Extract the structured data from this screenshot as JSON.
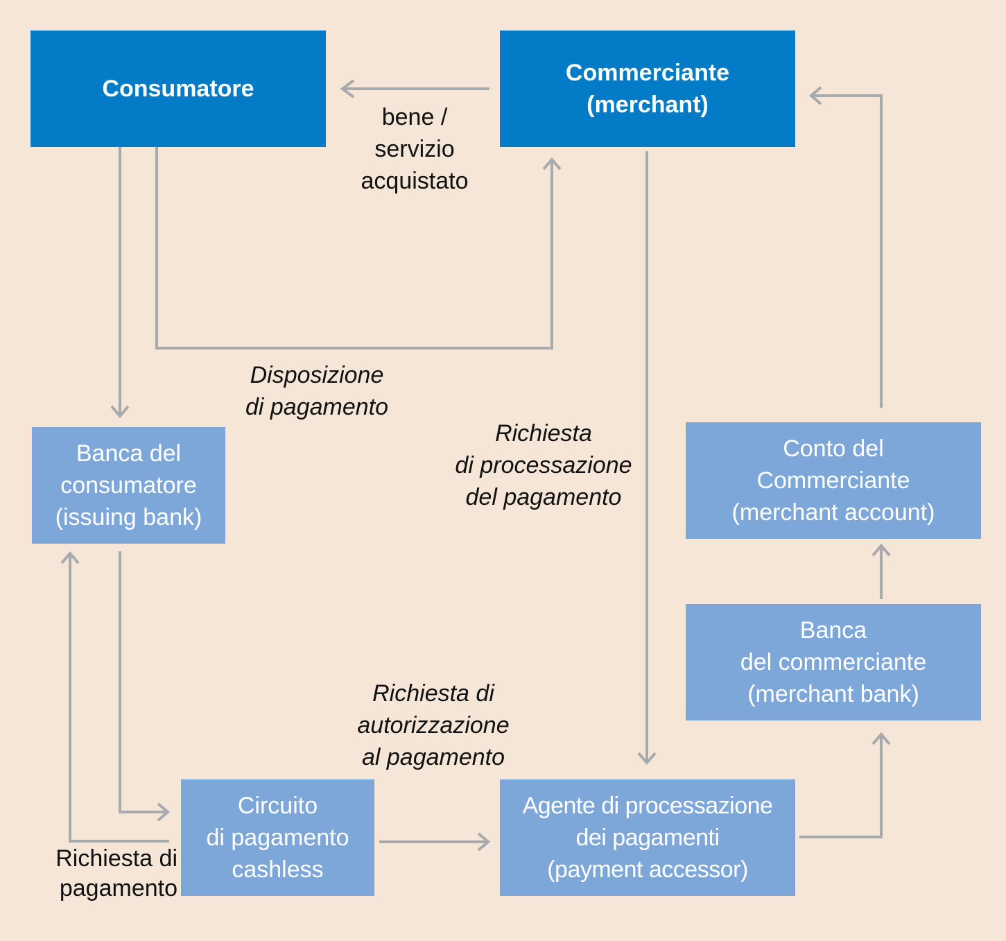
{
  "diagram": {
    "colors": {
      "background": "#f5e6d7",
      "primary_box": "#037bc7",
      "secondary_box": "#7da7d9",
      "arrow": "#a8a9ad",
      "text_dark": "#111111",
      "text_light": "#ffffff"
    },
    "nodes": {
      "consumatore": "Consumatore",
      "commerciante": "Commerciante\n(merchant)",
      "banca_consumatore": "Banca del\nconsumatore\n(issuing bank)",
      "conto_commerciante": "Conto del\nCommerciante\n(merchant account)",
      "banca_commerciante": "Banca\ndel commerciante\n(merchant bank)",
      "circuito": "Circuito\ndi pagamento\ncashless",
      "agente": "Agente di processazione\ndei pagamenti\n(payment accessor)"
    },
    "edge_labels": {
      "bene_servizio": "bene /\nservizio\nacquistato",
      "disposizione": "Disposizione\ndi pagamento",
      "richiesta_processazione": "Richiesta\ndi processazione\ndel pagamento",
      "richiesta_autorizzazione": "Richiesta di\nautorizzazione\nal pagamento",
      "richiesta_pagamento": "Richiesta di\npagamento"
    },
    "edges": [
      {
        "from": "Commerciante (merchant)",
        "to": "Consumatore",
        "label": "bene / servizio acquistato"
      },
      {
        "from": "Consumatore",
        "to": "Commerciante (merchant)",
        "label": "Disposizione di pagamento"
      },
      {
        "from": "Consumatore",
        "to": "Banca del consumatore (issuing bank)",
        "label": ""
      },
      {
        "from": "Commerciante (merchant)",
        "to": "Agente di processazione dei pagamenti (payment accessor)",
        "label": "Richiesta di processazione del pagamento"
      },
      {
        "from": "Banca del consumatore (issuing bank)",
        "to": "Circuito di pagamento cashless",
        "label": ""
      },
      {
        "from": "Circuito di pagamento cashless",
        "to": "Banca del consumatore (issuing bank)",
        "label": "Richiesta di pagamento"
      },
      {
        "from": "Circuito di pagamento cashless",
        "to": "Agente di processazione dei pagamenti (payment accessor)",
        "label": "Richiesta di autorizzazione al pagamento"
      },
      {
        "from": "Agente di processazione dei pagamenti (payment accessor)",
        "to": "Banca del commerciante (merchant bank)",
        "label": ""
      },
      {
        "from": "Banca del commerciante (merchant bank)",
        "to": "Conto del Commerciante (merchant account)",
        "label": ""
      },
      {
        "from": "Conto del Commerciante (merchant account)",
        "to": "Commerciante (merchant)",
        "label": ""
      }
    ]
  }
}
